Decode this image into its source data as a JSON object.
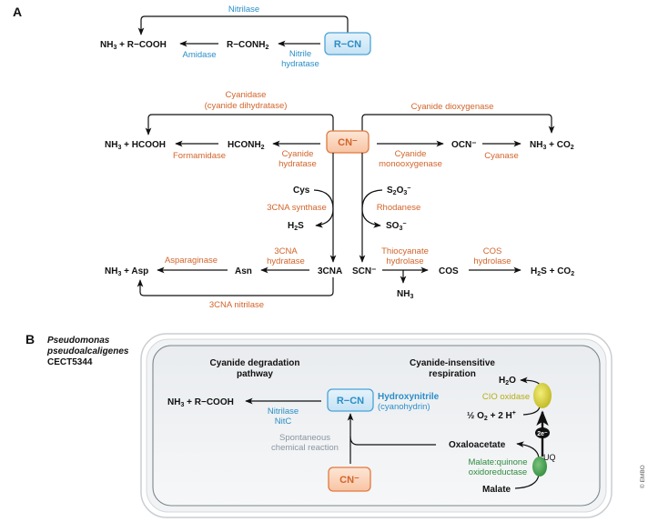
{
  "panel_a": {
    "label": "A",
    "nitrile": {
      "substrate": "R−CN",
      "enzyme_top": "Nitrilase",
      "product_final": "NH3 + R−COOH",
      "intermediate": "R−CONH2",
      "enzyme_amidase": "Amidase",
      "enzyme_nh_1": "Nitrile",
      "enzyme_nh_2": "hydratase"
    },
    "cyanide": {
      "substrate": "CN⁻",
      "cyanidase_1": "Cyanidase",
      "cyanidase_2": "(cyanide dihydratase)",
      "product_left": "NH3 + HCOOH",
      "formamide": "HCONH2",
      "formamidase": "Formamidase",
      "cyanide_hydratase_1": "Cyanide",
      "cyanide_hydratase_2": "hydratase",
      "dioxygenase": "Cyanide dioxygenase",
      "ocn": "OCN⁻",
      "product_right": "NH3 + CO2",
      "monooxygenase_1": "Cyanide",
      "monooxygenase_2": "monooxygenase",
      "cyanase": "Cyanase",
      "cys": "Cys",
      "synthase": "3CNA synthase",
      "h2s": "H2S",
      "s2o3": "S2O3⁻",
      "rhodanese": "Rhodanese",
      "so3": "SO3⁻",
      "cna": "3CNA",
      "scn": "SCN⁻",
      "cna_hydratase_1": "3CNA",
      "cna_hydratase_2": "hydratase",
      "asn": "Asn",
      "asparaginase": "Asparaginase",
      "asp": "NH3 + Asp",
      "cna_nitrilase": "3CNA nitrilase",
      "thio_hydrolase_1": "Thiocyanate",
      "thio_hydrolase_2": "hydrolase",
      "nh3": "NH3",
      "cos": "COS",
      "cos_hydrolase_1": "COS",
      "cos_hydrolase_2": "hydrolase",
      "h2s_co2": "H2S + CO2"
    }
  },
  "panel_b": {
    "label": "B",
    "organism_1": "Pseudomonas",
    "organism_2": "pseudoalcaligenes",
    "strain": "CECT5344",
    "degradation_title_1": "Cyanide degradation",
    "degradation_title_2": "pathway",
    "respiration_title_1": "Cyanide-insensitive",
    "respiration_title_2": "respiration",
    "product": "NH3 + R−COOH",
    "nitrilase_1": "Nitrilase",
    "nitrilase_2": "NitC",
    "rcn": "R−CN",
    "hydroxynitrile_1": "Hydroxynitrile",
    "hydroxynitrile_2": "(cyanohydrin)",
    "spontaneous_1": "Spontaneous",
    "spontaneous_2": "chemical reaction",
    "cn": "CN⁻",
    "oxaloacetate": "Oxaloacetate",
    "mqo_1": "Malate:quinone",
    "mqo_2": "oxidoreductase",
    "malate": "Malate",
    "h2o": "H2O",
    "cio": "CIO oxidase",
    "o2": "½ O2 + 2 H⁺",
    "electrons": "2e⁻",
    "uq": "UQ"
  },
  "copyright": "© EMBO",
  "colors": {
    "blue": "#2a8ec8",
    "orange": "#d2642a",
    "green": "#2e8b3e",
    "olive": "#b5ad14",
    "gray": "#8a96a2"
  }
}
